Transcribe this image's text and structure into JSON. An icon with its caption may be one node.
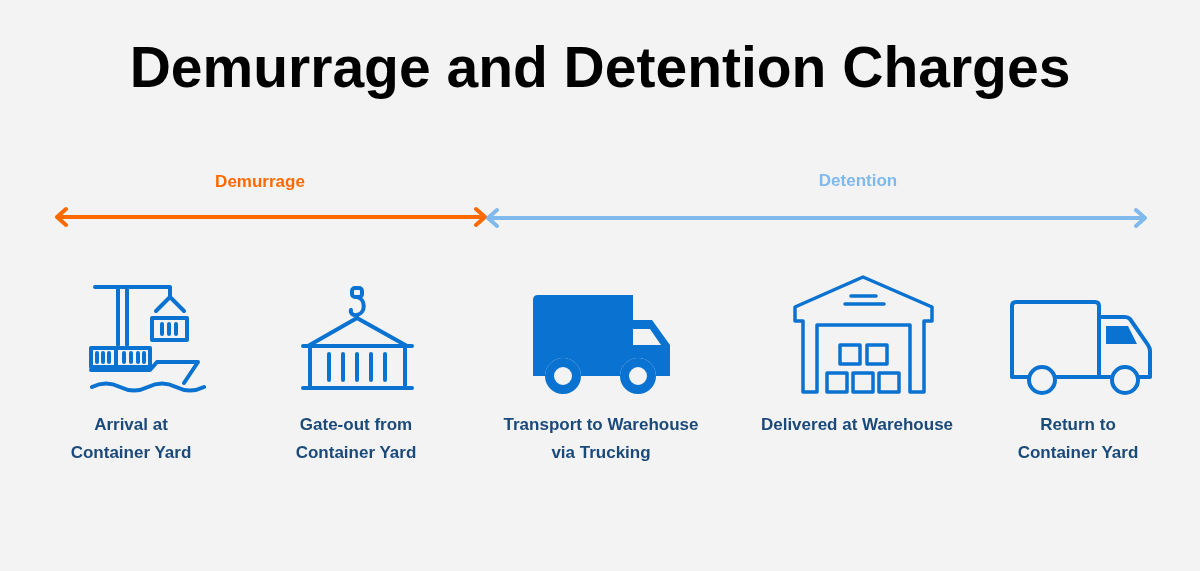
{
  "diagram": {
    "title": "Demurrage and Detention Charges",
    "nodes": [
      {
        "text": [
          "Arrival at Container Yard"
        ]
      },
      {
        "text": [
          "Gate-out from Container Yard"
        ]
      },
      {
        "text": [
          "Transport to Warehouse via Trucking"
        ]
      },
      {
        "text": [
          "Delivered at Warehouse"
        ]
      },
      {
        "text": [
          "Return to Container Yard"
        ]
      }
    ],
    "labels": [
      "Demurrage",
      "Detention"
    ]
  }
}
